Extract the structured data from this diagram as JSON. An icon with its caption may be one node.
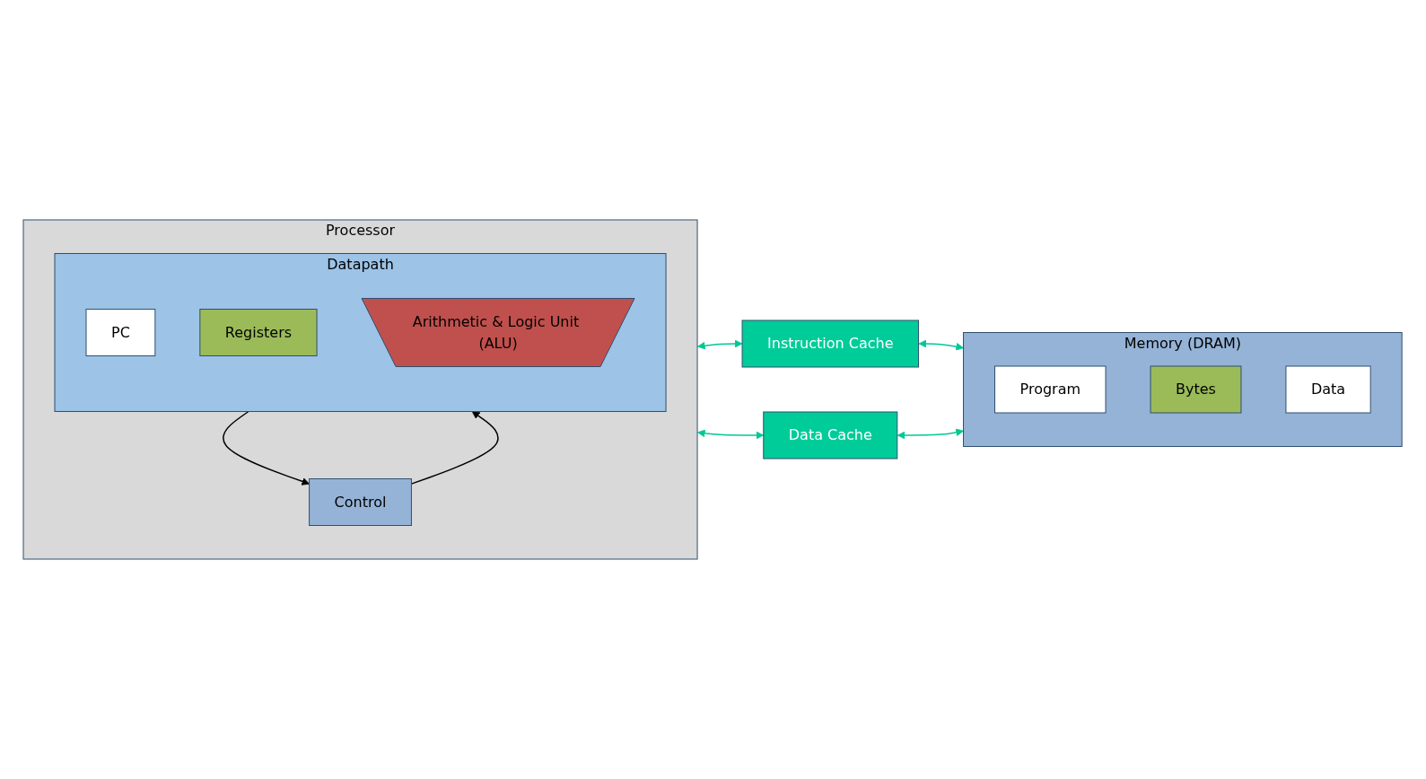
{
  "diagram": {
    "nodes": [
      {
        "text": [
          "Processor"
        ]
      },
      {
        "text": [
          "Control"
        ],
        "in": 0
      },
      {
        "text": [
          "Datapath"
        ],
        "in": 0
      },
      {
        "text": [
          "PC"
        ],
        "in": 2
      },
      {
        "text": [
          "Registers"
        ],
        "in": 2
      },
      {
        "text": [
          "Arithmetic & Logic Unit (ALU)"
        ],
        "in": 2
      },
      {
        "text": [
          "Instruction Cache"
        ]
      },
      {
        "text": [
          "Data Cache"
        ]
      },
      {
        "text": [
          "Memory (DRAM)"
        ]
      },
      {
        "text": [
          "Program"
        ],
        "in": 8
      },
      {
        "text": [
          "Bytes"
        ],
        "in": 8
      },
      {
        "text": [
          "Data"
        ],
        "in": 8
      }
    ],
    "edges": [
      {
        "from": 1,
        "to": 2,
        "arrow": "to",
        "color": "#000000"
      },
      {
        "from": 2,
        "to": 1,
        "arrow": "to",
        "color": "#000000"
      },
      {
        "from": 0,
        "to": 6,
        "arrow": "both",
        "color": "#00c896"
      },
      {
        "from": 6,
        "to": 8,
        "arrow": "both",
        "color": "#00c896"
      },
      {
        "from": 0,
        "to": 7,
        "arrow": "both",
        "color": "#00c896"
      },
      {
        "from": 7,
        "to": 8,
        "arrow": "both",
        "color": "#00c896"
      }
    ]
  }
}
